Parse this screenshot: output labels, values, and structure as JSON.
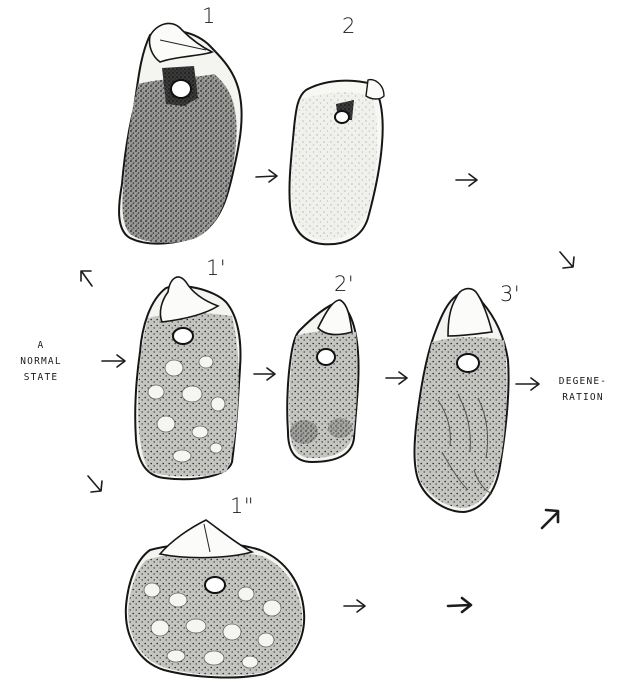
{
  "stage_labels": {
    "s1": "1",
    "s2": "2",
    "s1p": "1'",
    "s2p": "2'",
    "s3p": "3'",
    "s1pp": "1\""
  },
  "side_labels": {
    "start_line1": "A",
    "start_line2": "NORMAL",
    "start_line3": "STATE",
    "end_line1": "DEGENE-",
    "end_line2": "RATION"
  },
  "colors": {
    "ink": "#161616",
    "stipple": "#2a2a2a",
    "paper": "#ffffff"
  }
}
